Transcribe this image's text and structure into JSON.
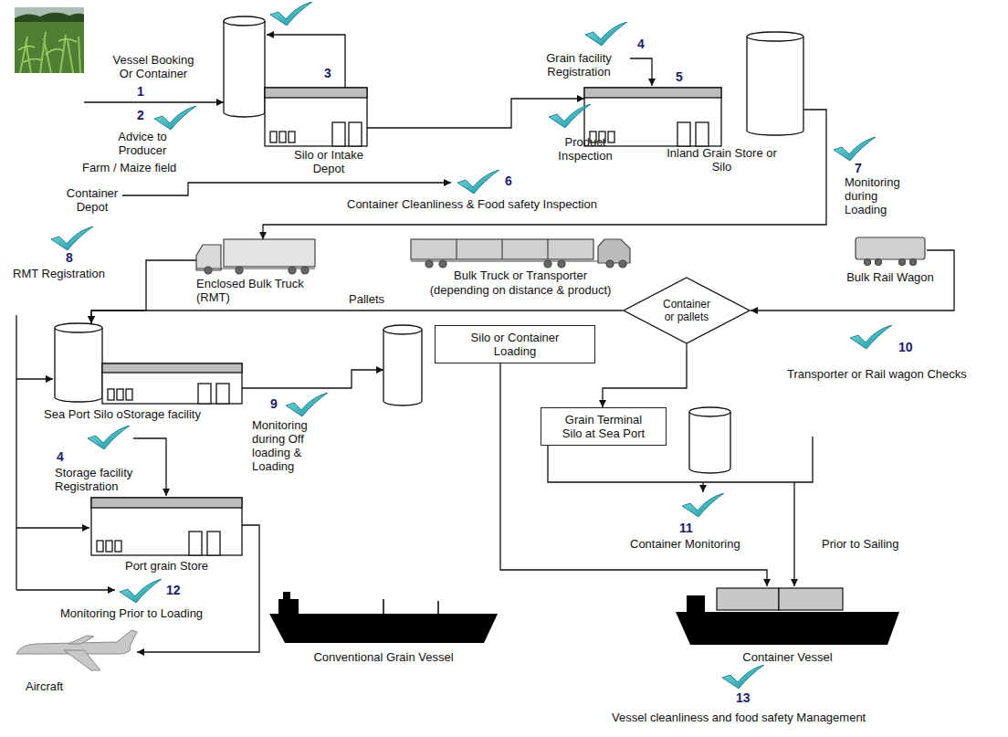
{
  "diagram": {
    "nodes": [
      {
        "text": [
          "Farm / Maize field"
        ]
      },
      {
        "text": [
          "Silo or Intake Depot"
        ]
      },
      {
        "text": [
          "Inland Grain Store or Silo"
        ]
      },
      {
        "text": [
          "Enclosed Bulk Truck (RMT)"
        ]
      },
      {
        "text": [
          "Bulk Truck or Transporter",
          "(depending on distance & product)"
        ]
      },
      {
        "text": [
          "Bulk Rail Wagon"
        ]
      },
      {
        "text": [
          "Container or pallets"
        ]
      },
      {
        "text": [
          "Sea Port Silo oStorage facility"
        ]
      },
      {
        "text": [
          "Silo or Container Loading"
        ]
      },
      {
        "text": [
          "Grain Terminal Silo at Sea Port"
        ]
      },
      {
        "text": [
          "Port grain Store"
        ]
      },
      {
        "text": [
          "Conventional Grain Vessel"
        ]
      },
      {
        "text": [
          "Container Vessel"
        ]
      },
      {
        "text": [
          "Aircraft"
        ]
      }
    ],
    "edges": [
      {
        "from": 0,
        "to": 1,
        "arrow": "to"
      },
      {
        "from": 1,
        "to": 2,
        "arrow": "to"
      },
      {
        "from": 2,
        "to": 3,
        "arrow": "to"
      },
      {
        "from": 5,
        "to": 6,
        "arrow": "to"
      },
      {
        "from": 6,
        "to": 7,
        "label": "Pallets",
        "arrow": "to"
      },
      {
        "from": 3,
        "to": 7,
        "arrow": "to"
      },
      {
        "from": 7,
        "to": 8,
        "arrow": "to"
      },
      {
        "from": 6,
        "to": 9,
        "arrow": "to"
      },
      {
        "from": 8,
        "to": 12,
        "arrow": "to"
      },
      {
        "from": 9,
        "to": 12,
        "arrow": "to"
      },
      {
        "from": 10,
        "to": 13,
        "arrow": "to"
      }
    ],
    "labels": [
      "Vessel Booking Or Container",
      "1",
      "2",
      "Advice to Producer",
      "3",
      "4",
      "Grain facility Registration",
      "Product Inspection",
      "5",
      "Container Depot",
      "6",
      "Container Cleanliness & Food safety Inspection",
      "7",
      "Monitoring during Loading",
      "8",
      "RMT Registration",
      "9",
      "Monitoring during Off loading & Loading",
      "10",
      "Transporter or Rail wagon Checks",
      "4",
      "Storage facility Registration",
      "11",
      "Container Monitoring",
      "Prior to Sailing",
      "12",
      "Monitoring Prior to Loading",
      "13",
      "Vessel cleanliness and food safety Management"
    ]
  }
}
